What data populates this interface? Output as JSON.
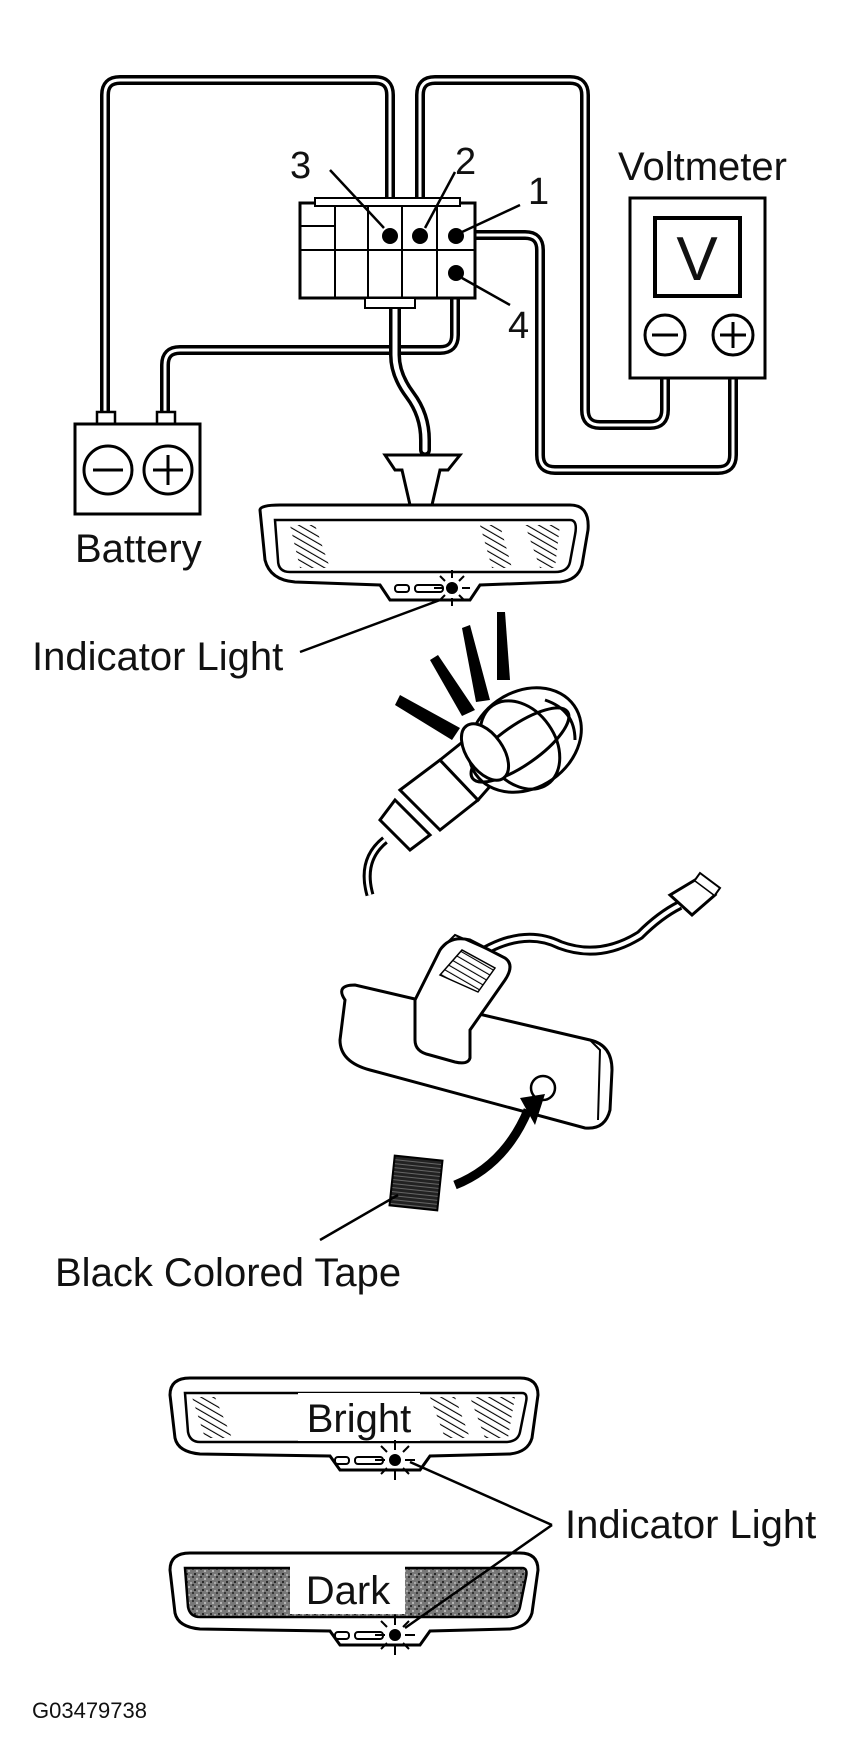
{
  "labels": {
    "voltmeter": "Voltmeter",
    "voltmeter_symbol": "V",
    "battery": "Battery",
    "indicator_light_top": "Indicator Light",
    "black_tape": "Black Colored Tape",
    "bright": "Bright",
    "dark": "Dark",
    "indicator_light_bottom": "Indicator Light",
    "figure_id": "G03479738"
  },
  "terminals": [
    {
      "id": "1",
      "label": "1"
    },
    {
      "id": "2",
      "label": "2"
    },
    {
      "id": "3",
      "label": "3"
    },
    {
      "id": "4",
      "label": "4"
    }
  ]
}
